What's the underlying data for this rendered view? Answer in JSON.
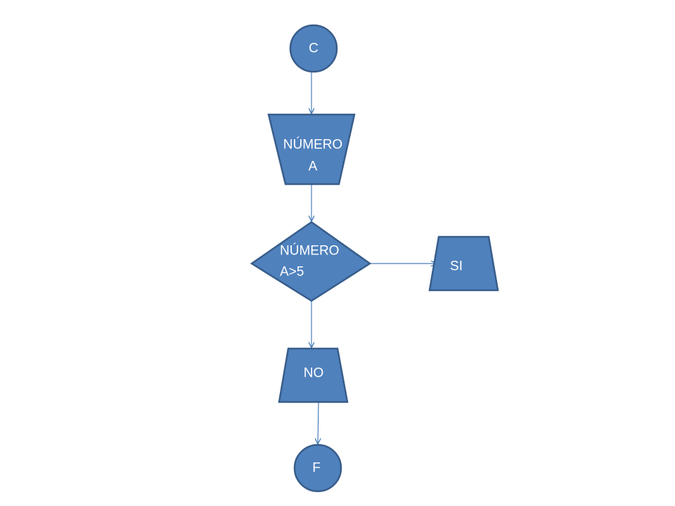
{
  "diagram": {
    "colors": {
      "fill": "#4f81bd",
      "stroke": "#385d8a",
      "connector": "#4a7ebb",
      "text": "#ffffff"
    },
    "nodes": {
      "start": {
        "shape": "connector-circle",
        "label": "C"
      },
      "input": {
        "shape": "manual-input-trapezoid",
        "line1": "NÚMERO",
        "line2": "A"
      },
      "decision": {
        "shape": "diamond",
        "line1": "NÚMERO",
        "line2": "A>5"
      },
      "yes_output": {
        "shape": "trapezoid",
        "label": "SI"
      },
      "no_output": {
        "shape": "trapezoid",
        "label": "NO"
      },
      "end": {
        "shape": "connector-circle",
        "label": "F"
      }
    },
    "edges": [
      {
        "from": "start",
        "to": "input"
      },
      {
        "from": "input",
        "to": "decision"
      },
      {
        "from": "decision",
        "to": "yes_output"
      },
      {
        "from": "decision",
        "to": "no_output"
      },
      {
        "from": "no_output",
        "to": "end"
      }
    ]
  }
}
